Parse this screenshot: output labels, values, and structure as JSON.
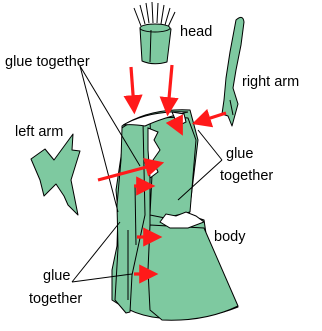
{
  "labels": {
    "head": "head",
    "glue_top": "glue together",
    "right_arm": "right arm",
    "left_arm": "left arm",
    "glue_right_1": "glue",
    "glue_right_2": "together",
    "body": "body",
    "glue_bottom_1": "glue",
    "glue_bottom_2": "together"
  },
  "colors": {
    "part_fill": "#7ec9a0",
    "arrow": "#ff1a1a",
    "outline": "#000000"
  }
}
